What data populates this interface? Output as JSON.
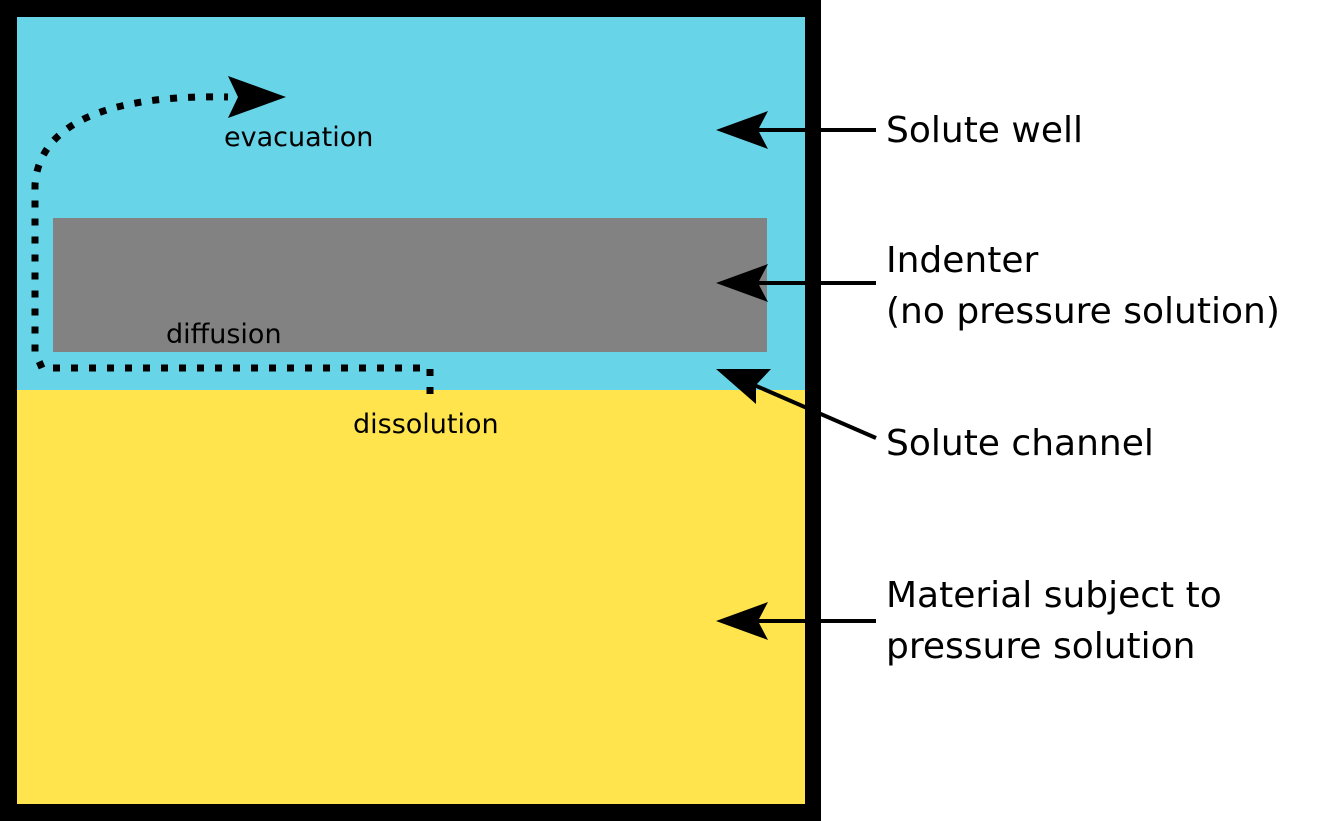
{
  "colors": {
    "solute_well": "#68d4e8",
    "indenter": "#828282",
    "material": "#ffe44d",
    "frame": "#000000",
    "arrow": "#000000"
  },
  "process_labels": {
    "evacuation": "evacuation",
    "diffusion": "diffusion",
    "dissolution": "dissolution"
  },
  "region_labels": {
    "solute_well": [
      "Solute well"
    ],
    "indenter": [
      "Indenter",
      "(no pressure solution)"
    ],
    "solute_channel": [
      "Solute channel"
    ],
    "material": [
      "Material subject to",
      "pressure solution"
    ]
  }
}
